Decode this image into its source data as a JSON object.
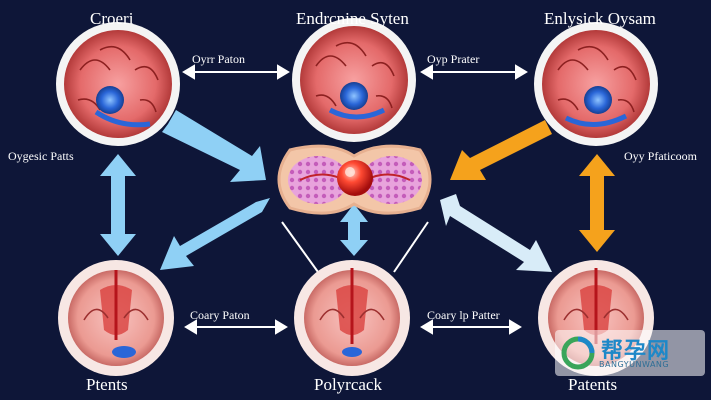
{
  "labels": {
    "top_left": "Croeri",
    "top_center": "Endrcnine Syten",
    "top_right": "Enlysick Oysam",
    "top_link_left": "Oyrr Paton",
    "top_link_right": "Oyp Prater",
    "mid_left": "Oygesic Patts",
    "mid_right": "Oyy Pfaticoom",
    "bottom_link_left": "Coary Paton",
    "bottom_link_right": "Coary lp Patter",
    "bottom_left": "Ptents",
    "bottom_center": "Polyrcack",
    "bottom_right": "Patents"
  },
  "watermark": {
    "title": "帮孕网",
    "subtitle": "BANGYUNWANG"
  },
  "colors": {
    "background": "#0e1638",
    "arrow_blue": "#8fd0f5",
    "arrow_orange": "#f5a21c",
    "ring": "#f4f4f4",
    "brain_fill": "#e46a6a",
    "eye_blue": "#2a66d8",
    "center_pink": "#e695d6",
    "center_core": "#e0241f"
  }
}
